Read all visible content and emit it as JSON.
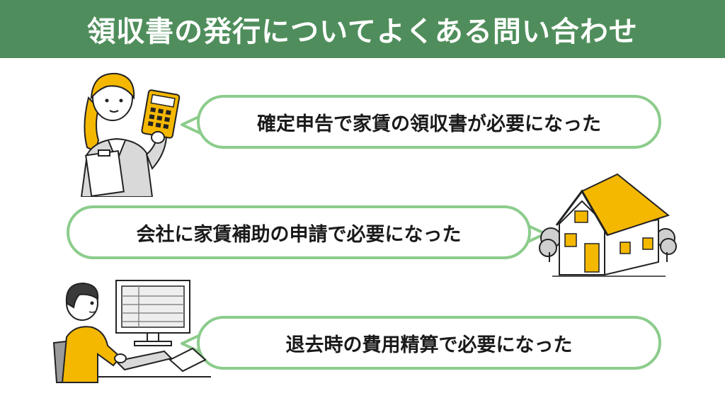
{
  "header": {
    "title": "領収書の発行についてよくある問い合わせ"
  },
  "bubbles": [
    {
      "text": "確定申告で家賃の領収書が必要になった"
    },
    {
      "text": "会社に家賃補助の申請で必要になった"
    },
    {
      "text": "退去時の費用精算で必要になった"
    }
  ],
  "colors": {
    "header_bg": "#4f8e5c",
    "bubble_border": "#8ccc8b",
    "accent_yellow": "#f5b800"
  },
  "illustrations": [
    "woman-with-calculator-icon",
    "house-icon",
    "man-at-computer-icon"
  ]
}
